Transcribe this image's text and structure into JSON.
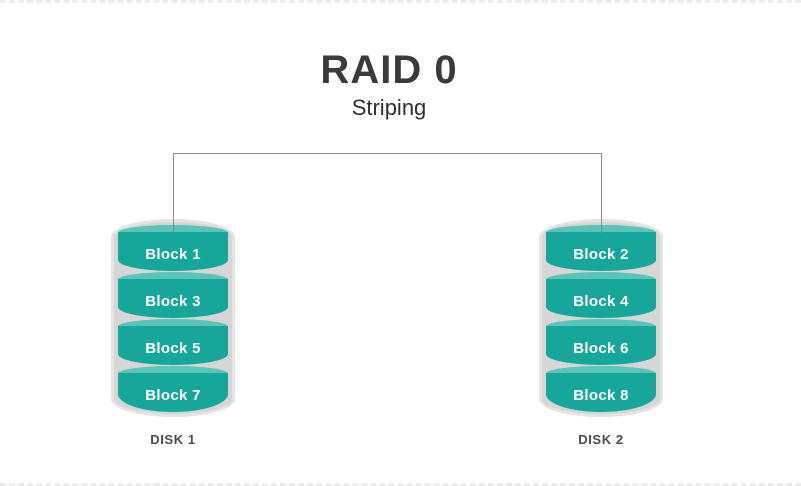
{
  "header": {
    "title": "RAID 0",
    "subtitle": "Striping"
  },
  "disks": [
    {
      "label": "DISK 1",
      "blocks": [
        "Block 1",
        "Block 3",
        "Block 5",
        "Block 7"
      ]
    },
    {
      "label": "DISK 2",
      "blocks": [
        "Block 2",
        "Block 4",
        "Block 6",
        "Block 8"
      ]
    }
  ],
  "colors": {
    "block_body": "#16a79a",
    "block_top_ellipse": "#5bc3b8",
    "disk_shell": "#d6d6d6",
    "connector_line": "#8a8a8a",
    "title_text": "#3b3b3b",
    "disk_label_text": "#4b4b4b",
    "border_dash": "#ececec"
  }
}
